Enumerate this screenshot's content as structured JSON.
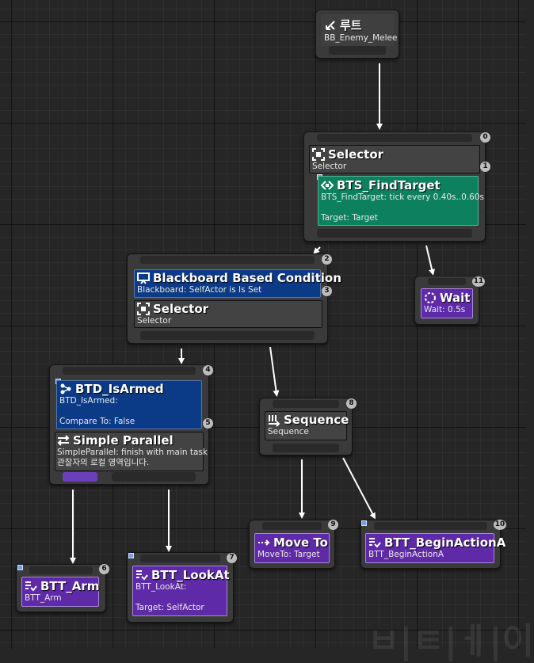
{
  "root": {
    "title": "루트",
    "subtitle": "BB_Enemy_Melee"
  },
  "selector_main": {
    "title": "Selector",
    "subtitle": "Selector",
    "index": "0",
    "service_index": "1"
  },
  "service_findtarget": {
    "title": "BTS_FindTarget",
    "line1": "BTS_FindTarget: tick every 0.40s..0.60s",
    "line2": "Target: Target"
  },
  "wait": {
    "title": "Wait",
    "subtitle": "Wait: 0.5s",
    "index": "11"
  },
  "decorator_bb": {
    "title": "Blackboard Based Condition",
    "subtitle": "Blackboard: SelfActor is Is Set",
    "index": "2",
    "node_index": "3"
  },
  "selector_sub": {
    "title": "Selector",
    "subtitle": "Selector"
  },
  "decorator_armed": {
    "title": "BTD_IsArmed",
    "line1": "BTD_IsArmed:",
    "line2": "Compare To: False",
    "index": "4"
  },
  "simple_parallel": {
    "title": "Simple Parallel",
    "line1": "SimpleParallel: finish with main task",
    "line2": "관찰자의 로컬 영역입니다.",
    "index": "5"
  },
  "sequence": {
    "title": "Sequence",
    "subtitle": "Sequence",
    "index": "8"
  },
  "btt_arm": {
    "title": "BTT_Arm",
    "subtitle": "BTT_Arm",
    "index": "6"
  },
  "btt_lookat": {
    "title": "BTT_LookAt",
    "line1": "BTT_LookAt:",
    "line2": "Target: SelfActor",
    "index": "7"
  },
  "move_to": {
    "title": "Move To",
    "subtitle": "MoveTo: Target",
    "index": "9"
  },
  "btt_begin": {
    "title": "BTT_BeginActionA",
    "subtitle": "BTT_BeginActionA",
    "index": "10"
  },
  "watermark": "ㅂ|ㅌ|ㅔ|이",
  "colors": {
    "composite": "#434343",
    "decorator": "#0b3a86",
    "service": "#0d8060",
    "task": "#5f2aa8",
    "wire": "#ffffff"
  },
  "icons": {
    "root": "branch-icon",
    "composite": "selector-icon",
    "decorator": "decorator-icon",
    "service": "service-icon",
    "task": "task-icon",
    "wait": "wait-icon",
    "parallel": "parallel-icon",
    "sequence": "sequence-icon",
    "move": "move-icon"
  }
}
